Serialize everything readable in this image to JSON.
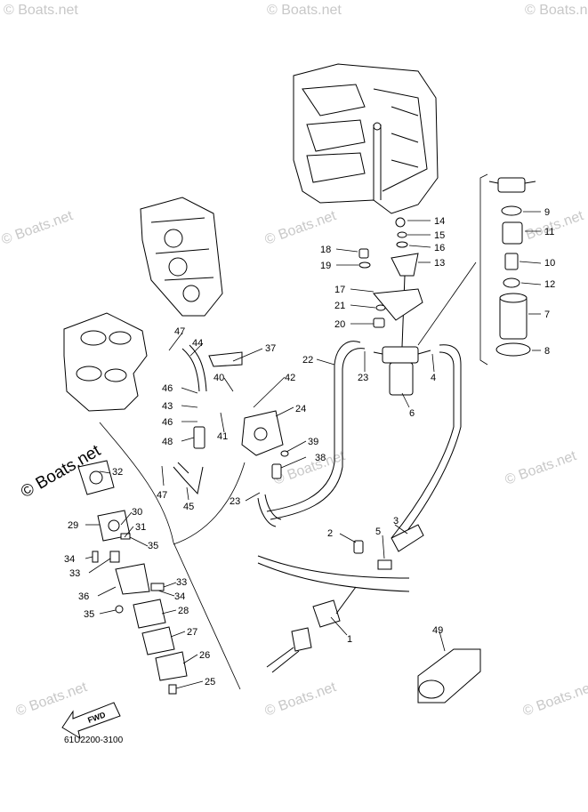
{
  "watermark": {
    "text": "© Boats.net"
  },
  "diagram_code": "61U2200-3100",
  "fwd_label": "FWD",
  "callouts": [
    {
      "id": "1",
      "label": "1"
    },
    {
      "id": "2",
      "label": "2"
    },
    {
      "id": "3",
      "label": "3"
    },
    {
      "id": "4",
      "label": "4"
    },
    {
      "id": "5",
      "label": "5"
    },
    {
      "id": "6",
      "label": "6"
    },
    {
      "id": "7",
      "label": "7"
    },
    {
      "id": "8",
      "label": "8"
    },
    {
      "id": "9",
      "label": "9"
    },
    {
      "id": "10",
      "label": "10"
    },
    {
      "id": "11",
      "label": "11"
    },
    {
      "id": "12",
      "label": "12"
    },
    {
      "id": "13",
      "label": "13"
    },
    {
      "id": "14",
      "label": "14"
    },
    {
      "id": "15",
      "label": "15"
    },
    {
      "id": "16",
      "label": "16"
    },
    {
      "id": "17",
      "label": "17"
    },
    {
      "id": "18",
      "label": "18"
    },
    {
      "id": "19",
      "label": "19"
    },
    {
      "id": "20",
      "label": "20"
    },
    {
      "id": "21",
      "label": "21"
    },
    {
      "id": "22",
      "label": "22"
    },
    {
      "id": "23a",
      "label": "23"
    },
    {
      "id": "23b",
      "label": "23"
    },
    {
      "id": "24",
      "label": "24"
    },
    {
      "id": "25",
      "label": "25"
    },
    {
      "id": "26",
      "label": "26"
    },
    {
      "id": "27",
      "label": "27"
    },
    {
      "id": "28",
      "label": "28"
    },
    {
      "id": "29",
      "label": "29"
    },
    {
      "id": "30",
      "label": "30"
    },
    {
      "id": "31",
      "label": "31"
    },
    {
      "id": "32",
      "label": "32"
    },
    {
      "id": "33a",
      "label": "33"
    },
    {
      "id": "33b",
      "label": "33"
    },
    {
      "id": "34a",
      "label": "34"
    },
    {
      "id": "34b",
      "label": "34"
    },
    {
      "id": "35a",
      "label": "35"
    },
    {
      "id": "35b",
      "label": "35"
    },
    {
      "id": "36",
      "label": "36"
    },
    {
      "id": "37",
      "label": "37"
    },
    {
      "id": "38",
      "label": "38"
    },
    {
      "id": "39",
      "label": "39"
    },
    {
      "id": "40",
      "label": "40"
    },
    {
      "id": "41",
      "label": "41"
    },
    {
      "id": "42",
      "label": "42"
    },
    {
      "id": "43",
      "label": "43"
    },
    {
      "id": "44",
      "label": "44"
    },
    {
      "id": "45",
      "label": "45"
    },
    {
      "id": "46a",
      "label": "46"
    },
    {
      "id": "46b",
      "label": "46"
    },
    {
      "id": "47a",
      "label": "47"
    },
    {
      "id": "47b",
      "label": "47"
    },
    {
      "id": "48",
      "label": "48"
    },
    {
      "id": "49",
      "label": "49"
    }
  ]
}
